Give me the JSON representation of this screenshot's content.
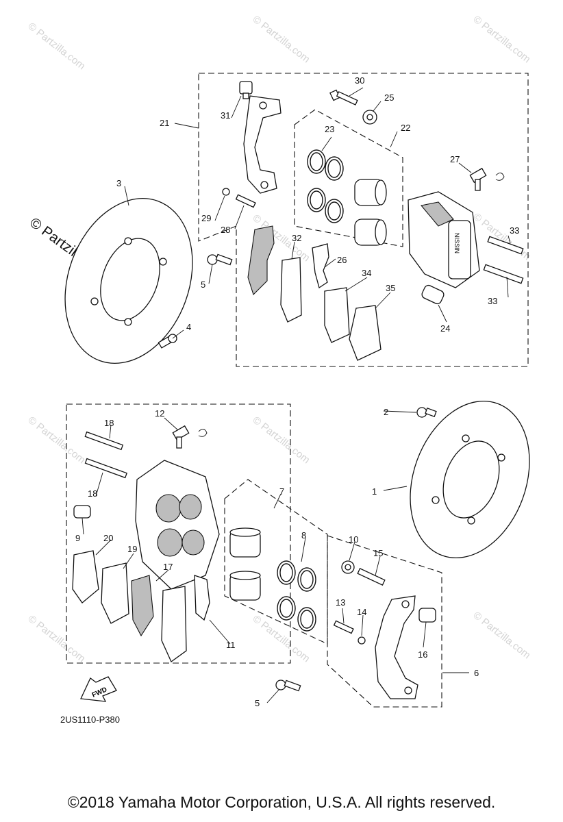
{
  "watermark": "© Partzilla.com",
  "logo_text": "© Partzilla.com",
  "drawing_code": "2US1110-P380",
  "fwd_label": "FWD",
  "nissin_label": "NISSIN",
  "footer": "©2018  Yamaha Motor Corporation, U.S.A. All rights reserved.",
  "callouts": [
    "1",
    "2",
    "3",
    "4",
    "5",
    "5",
    "6",
    "7",
    "8",
    "9",
    "10",
    "11",
    "12",
    "13",
    "14",
    "15",
    "16",
    "17",
    "18",
    "18",
    "19",
    "20",
    "21",
    "22",
    "23",
    "24",
    "25",
    "26",
    "27",
    "28",
    "29",
    "30",
    "31",
    "32",
    "33",
    "33",
    "34",
    "35"
  ]
}
